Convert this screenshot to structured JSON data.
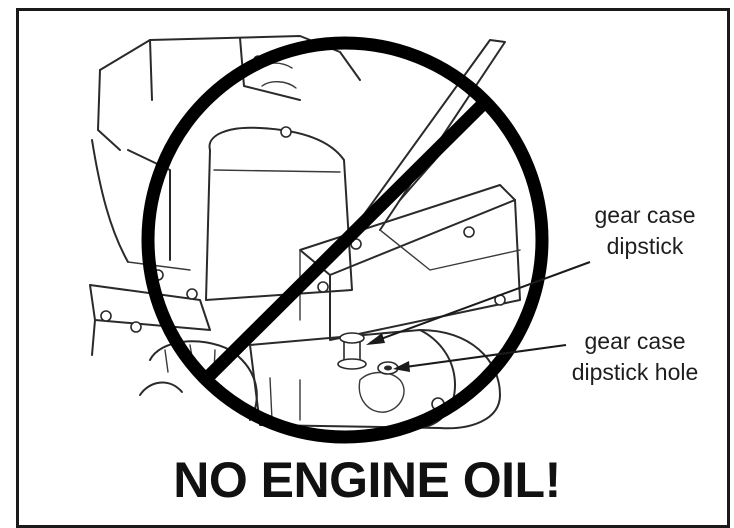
{
  "labels": {
    "dipstick": [
      "gear case",
      "dipstick"
    ],
    "dipstick_hole": [
      "gear case",
      "dipstick hole"
    ]
  },
  "warning": "NO ENGINE OIL!",
  "colors": {
    "prohibition_symbol": "#000000",
    "line_art": "#2a2a2a",
    "background": "#ffffff"
  }
}
